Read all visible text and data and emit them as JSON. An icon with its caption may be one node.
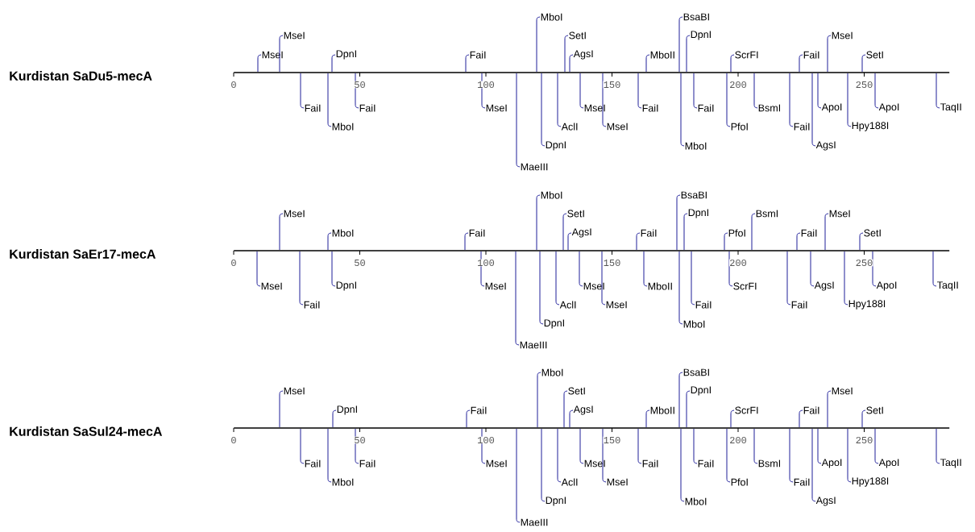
{
  "diagram": {
    "nodes": [
      {
        "text": [
          "Kurdistan SaDu5-mecA"
        ]
      },
      {
        "text": [],
        "shape": "bar"
      },
      {
        "text": [
          "MseI"
        ]
      },
      {
        "text": [
          "MseI"
        ]
      },
      {
        "text": [
          "DpnI"
        ]
      },
      {
        "text": [
          "FaiI"
        ]
      },
      {
        "text": [
          "MboI"
        ]
      },
      {
        "text": [
          "SetI"
        ]
      },
      {
        "text": [
          "AgsI"
        ]
      },
      {
        "text": [
          "MboII"
        ]
      },
      {
        "text": [
          "BsaBI"
        ]
      },
      {
        "text": [
          "DpnI"
        ]
      },
      {
        "text": [
          "ScrFI"
        ]
      },
      {
        "text": [
          "FaiI"
        ]
      },
      {
        "text": [
          "MseI"
        ]
      },
      {
        "text": [
          "SetI"
        ]
      },
      {
        "text": [
          "FaiI"
        ]
      },
      {
        "text": [
          "MboI"
        ]
      },
      {
        "text": [
          "FaiI"
        ]
      },
      {
        "text": [
          "MseI"
        ]
      },
      {
        "text": [
          "MaeIII"
        ]
      },
      {
        "text": [
          "DpnI"
        ]
      },
      {
        "text": [
          "AclI"
        ]
      },
      {
        "text": [
          "MseI"
        ]
      },
      {
        "text": [
          "MseI"
        ]
      },
      {
        "text": [
          "FaiI"
        ]
      },
      {
        "text": [
          "MboI"
        ]
      },
      {
        "text": [
          "FaiI"
        ]
      },
      {
        "text": [
          "PfoI"
        ]
      },
      {
        "text": [
          "BsmI"
        ]
      },
      {
        "text": [
          "FaiI"
        ]
      },
      {
        "text": [
          "AgsI"
        ]
      },
      {
        "text": [
          "ApoI"
        ]
      },
      {
        "text": [
          "Hpy188I"
        ]
      },
      {
        "text": [
          "ApoI"
        ]
      },
      {
        "text": [
          "TaqII"
        ]
      },
      {
        "text": [
          "Kurdistan SaEr17-mecA"
        ]
      },
      {
        "text": [],
        "shape": "bar"
      },
      {
        "text": [
          "MseI"
        ]
      },
      {
        "text": [
          "MboI"
        ]
      },
      {
        "text": [
          "FaiI"
        ]
      },
      {
        "text": [
          "MboI"
        ]
      },
      {
        "text": [
          "SetI"
        ]
      },
      {
        "text": [
          "AgsI"
        ]
      },
      {
        "text": [
          "FaiI"
        ]
      },
      {
        "text": [
          "BsaBI"
        ]
      },
      {
        "text": [
          "DpnI"
        ]
      },
      {
        "text": [
          "PfoI"
        ]
      },
      {
        "text": [
          "BsmI"
        ]
      },
      {
        "text": [
          "FaiI"
        ]
      },
      {
        "text": [
          "MseI"
        ]
      },
      {
        "text": [
          "SetI"
        ]
      },
      {
        "text": [
          "MseI"
        ]
      },
      {
        "text": [
          "FaiI"
        ]
      },
      {
        "text": [
          "DpnI"
        ]
      },
      {
        "text": [
          "MseI"
        ]
      },
      {
        "text": [
          "MaeIII"
        ]
      },
      {
        "text": [
          "DpnI"
        ]
      },
      {
        "text": [
          "AclI"
        ]
      },
      {
        "text": [
          "MseI"
        ]
      },
      {
        "text": [
          "MseI"
        ]
      },
      {
        "text": [
          "MboII"
        ]
      },
      {
        "text": [
          "MboI"
        ]
      },
      {
        "text": [
          "FaiI"
        ]
      },
      {
        "text": [
          "ScrFI"
        ]
      },
      {
        "text": [
          "FaiI"
        ]
      },
      {
        "text": [
          "AgsI"
        ]
      },
      {
        "text": [
          "Hpy188I"
        ]
      },
      {
        "text": [
          "ApoI"
        ]
      },
      {
        "text": [
          "TaqII"
        ]
      },
      {
        "text": [
          "Kurdistan SaSul24-mecA"
        ]
      },
      {
        "text": [],
        "shape": "bar"
      },
      {
        "text": [
          "MseI"
        ]
      },
      {
        "text": [
          "DpnI"
        ]
      },
      {
        "text": [
          "FaiI"
        ]
      },
      {
        "text": [
          "MboI"
        ]
      },
      {
        "text": [
          "SetI"
        ]
      },
      {
        "text": [
          "AgsI"
        ]
      },
      {
        "text": [
          "MboII"
        ]
      },
      {
        "text": [
          "BsaBI"
        ]
      },
      {
        "text": [
          "DpnI"
        ]
      },
      {
        "text": [
          "ScrFI"
        ]
      },
      {
        "text": [
          "FaiI"
        ]
      },
      {
        "text": [
          "MseI"
        ]
      },
      {
        "text": [
          "SetI"
        ]
      },
      {
        "text": [
          "FaiI"
        ]
      },
      {
        "text": [
          "MboI"
        ]
      },
      {
        "text": [
          "FaiI"
        ]
      },
      {
        "text": [
          "MseI"
        ]
      },
      {
        "text": [
          "MaeIII"
        ]
      },
      {
        "text": [
          "DpnI"
        ]
      },
      {
        "text": [
          "AclI"
        ]
      },
      {
        "text": [
          "MseI"
        ]
      },
      {
        "text": [
          "MseI"
        ]
      },
      {
        "text": [
          "FaiI"
        ]
      },
      {
        "text": [
          "MboI"
        ]
      },
      {
        "text": [
          "FaiI"
        ]
      },
      {
        "text": [
          "PfoI"
        ]
      },
      {
        "text": [
          "BsmI"
        ]
      },
      {
        "text": [
          "FaiI"
        ]
      },
      {
        "text": [
          "AgsI"
        ]
      },
      {
        "text": [
          "ApoI"
        ]
      },
      {
        "text": [
          "Hpy188I"
        ]
      },
      {
        "text": [
          "ApoI"
        ]
      },
      {
        "text": [
          "TaqII"
        ]
      }
    ],
    "edges": [
      {
        "from": 2,
        "to": 1,
        "arrow": "none"
      },
      {
        "from": 3,
        "to": 1,
        "arrow": "none"
      },
      {
        "from": 4,
        "to": 1,
        "arrow": "none"
      },
      {
        "from": 5,
        "to": 1,
        "arrow": "none"
      },
      {
        "from": 6,
        "to": 1,
        "arrow": "none"
      },
      {
        "from": 7,
        "to": 1,
        "arrow": "none"
      },
      {
        "from": 8,
        "to": 1,
        "arrow": "none"
      },
      {
        "from": 9,
        "to": 1,
        "arrow": "none"
      },
      {
        "from": 10,
        "to": 1,
        "arrow": "none"
      },
      {
        "from": 11,
        "to": 1,
        "arrow": "none"
      },
      {
        "from": 12,
        "to": 1,
        "arrow": "none"
      },
      {
        "from": 13,
        "to": 1,
        "arrow": "none"
      },
      {
        "from": 14,
        "to": 1,
        "arrow": "none"
      },
      {
        "from": 15,
        "to": 1,
        "arrow": "none"
      },
      {
        "from": 16,
        "to": 1,
        "arrow": "none"
      },
      {
        "from": 17,
        "to": 1,
        "arrow": "none"
      },
      {
        "from": 18,
        "to": 1,
        "arrow": "none"
      },
      {
        "from": 19,
        "to": 1,
        "arrow": "none"
      },
      {
        "from": 20,
        "to": 1,
        "arrow": "none"
      },
      {
        "from": 21,
        "to": 1,
        "arrow": "none"
      },
      {
        "from": 22,
        "to": 1,
        "arrow": "none"
      },
      {
        "from": 23,
        "to": 1,
        "arrow": "none"
      },
      {
        "from": 24,
        "to": 1,
        "arrow": "none"
      },
      {
        "from": 25,
        "to": 1,
        "arrow": "none"
      },
      {
        "from": 26,
        "to": 1,
        "arrow": "none"
      },
      {
        "from": 27,
        "to": 1,
        "arrow": "none"
      },
      {
        "from": 28,
        "to": 1,
        "arrow": "none"
      },
      {
        "from": 29,
        "to": 1,
        "arrow": "none"
      },
      {
        "from": 30,
        "to": 1,
        "arrow": "none"
      },
      {
        "from": 31,
        "to": 1,
        "arrow": "none"
      },
      {
        "from": 32,
        "to": 1,
        "arrow": "none"
      },
      {
        "from": 33,
        "to": 1,
        "arrow": "none"
      },
      {
        "from": 34,
        "to": 1,
        "arrow": "none"
      },
      {
        "from": 35,
        "to": 1,
        "arrow": "none"
      },
      {
        "from": 38,
        "to": 37,
        "arrow": "none"
      },
      {
        "from": 39,
        "to": 37,
        "arrow": "none"
      },
      {
        "from": 40,
        "to": 37,
        "arrow": "none"
      },
      {
        "from": 41,
        "to": 37,
        "arrow": "none"
      },
      {
        "from": 42,
        "to": 37,
        "arrow": "none"
      },
      {
        "from": 43,
        "to": 37,
        "arrow": "none"
      },
      {
        "from": 44,
        "to": 37,
        "arrow": "none"
      },
      {
        "from": 45,
        "to": 37,
        "arrow": "none"
      },
      {
        "from": 46,
        "to": 37,
        "arrow": "none"
      },
      {
        "from": 47,
        "to": 37,
        "arrow": "none"
      },
      {
        "from": 48,
        "to": 37,
        "arrow": "none"
      },
      {
        "from": 49,
        "to": 37,
        "arrow": "none"
      },
      {
        "from": 50,
        "to": 37,
        "arrow": "none"
      },
      {
        "from": 51,
        "to": 37,
        "arrow": "none"
      },
      {
        "from": 52,
        "to": 37,
        "arrow": "none"
      },
      {
        "from": 53,
        "to": 37,
        "arrow": "none"
      },
      {
        "from": 54,
        "to": 37,
        "arrow": "none"
      },
      {
        "from": 55,
        "to": 37,
        "arrow": "none"
      },
      {
        "from": 56,
        "to": 37,
        "arrow": "none"
      },
      {
        "from": 57,
        "to": 37,
        "arrow": "none"
      },
      {
        "from": 58,
        "to": 37,
        "arrow": "none"
      },
      {
        "from": 59,
        "to": 37,
        "arrow": "none"
      },
      {
        "from": 60,
        "to": 37,
        "arrow": "none"
      },
      {
        "from": 61,
        "to": 37,
        "arrow": "none"
      },
      {
        "from": 62,
        "to": 37,
        "arrow": "none"
      },
      {
        "from": 63,
        "to": 37,
        "arrow": "none"
      },
      {
        "from": 64,
        "to": 37,
        "arrow": "none"
      },
      {
        "from": 65,
        "to": 37,
        "arrow": "none"
      },
      {
        "from": 66,
        "to": 37,
        "arrow": "none"
      },
      {
        "from": 67,
        "to": 37,
        "arrow": "none"
      },
      {
        "from": 68,
        "to": 37,
        "arrow": "none"
      },
      {
        "from": 69,
        "to": 37,
        "arrow": "none"
      },
      {
        "from": 72,
        "to": 71,
        "arrow": "none"
      },
      {
        "from": 73,
        "to": 71,
        "arrow": "none"
      },
      {
        "from": 74,
        "to": 71,
        "arrow": "none"
      },
      {
        "from": 75,
        "to": 71,
        "arrow": "none"
      },
      {
        "from": 76,
        "to": 71,
        "arrow": "none"
      },
      {
        "from": 77,
        "to": 71,
        "arrow": "none"
      },
      {
        "from": 78,
        "to": 71,
        "arrow": "none"
      },
      {
        "from": 79,
        "to": 71,
        "arrow": "none"
      },
      {
        "from": 80,
        "to": 71,
        "arrow": "none"
      },
      {
        "from": 81,
        "to": 71,
        "arrow": "none"
      },
      {
        "from": 82,
        "to": 71,
        "arrow": "none"
      },
      {
        "from": 83,
        "to": 71,
        "arrow": "none"
      },
      {
        "from": 84,
        "to": 71,
        "arrow": "none"
      },
      {
        "from": 85,
        "to": 71,
        "arrow": "none"
      },
      {
        "from": 86,
        "to": 71,
        "arrow": "none"
      },
      {
        "from": 87,
        "to": 71,
        "arrow": "none"
      },
      {
        "from": 88,
        "to": 71,
        "arrow": "none"
      },
      {
        "from": 89,
        "to": 71,
        "arrow": "none"
      },
      {
        "from": 90,
        "to": 71,
        "arrow": "none"
      },
      {
        "from": 91,
        "to": 71,
        "arrow": "none"
      },
      {
        "from": 92,
        "to": 71,
        "arrow": "none"
      },
      {
        "from": 93,
        "to": 71,
        "arrow": "none"
      },
      {
        "from": 94,
        "to": 71,
        "arrow": "none"
      },
      {
        "from": 95,
        "to": 71,
        "arrow": "none"
      },
      {
        "from": 96,
        "to": 71,
        "arrow": "none"
      },
      {
        "from": 97,
        "to": 71,
        "arrow": "none"
      },
      {
        "from": 98,
        "to": 71,
        "arrow": "none"
      },
      {
        "from": 99,
        "to": 71,
        "arrow": "none"
      },
      {
        "from": 100,
        "to": 71,
        "arrow": "none"
      },
      {
        "from": 101,
        "to": 71,
        "arrow": "none"
      },
      {
        "from": 102,
        "to": 71,
        "arrow": "none"
      },
      {
        "from": 103,
        "to": 71,
        "arrow": "none"
      },
      {
        "from": 104,
        "to": 71,
        "arrow": "none"
      }
    ],
    "labels": [
      "0",
      "50",
      "100",
      "150",
      "200",
      "250",
      "0",
      "50",
      "100",
      "150",
      "200",
      "250",
      "0",
      "50",
      "100",
      "150",
      "200",
      "250"
    ]
  }
}
